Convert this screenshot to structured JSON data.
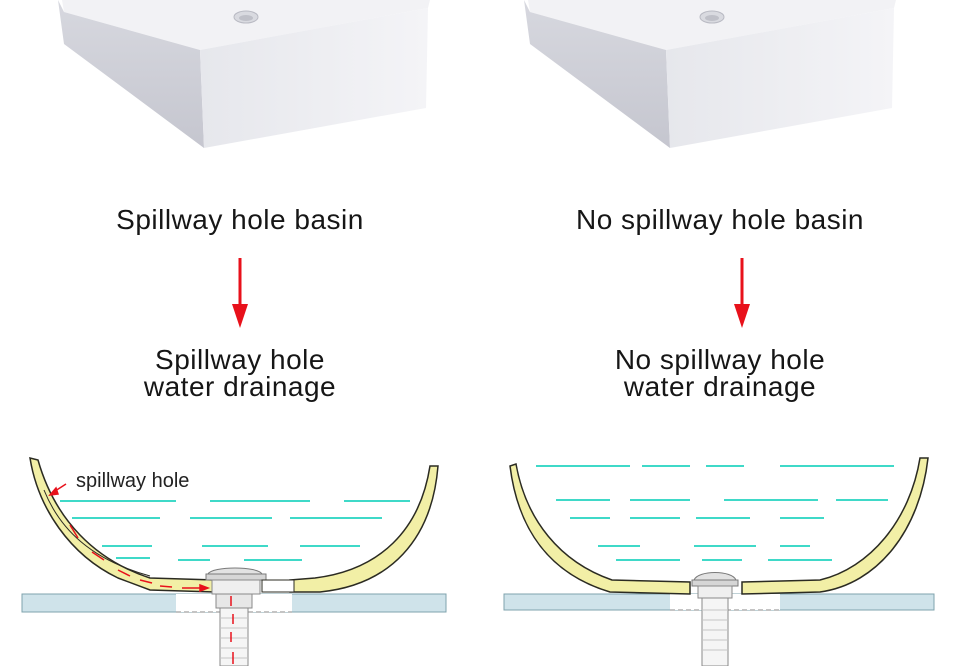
{
  "panels": [
    {
      "id": "with-spillway",
      "title": "Spillway hole basin",
      "result_line1": "Spillway hole",
      "result_line2": "water drainage",
      "annotation": "spillway hole"
    },
    {
      "id": "no-spillway",
      "title": "No spillway hole basin",
      "result_line1": "No spillway hole",
      "result_line2": "water drainage"
    }
  ],
  "colors": {
    "arrow": "#e8111b",
    "basin_fill": "#f2efa6",
    "basin_stroke": "#2b2b22",
    "water": "#3fd9c8",
    "counter": "#cfe3ea",
    "ceramic": "#e9e9ee"
  },
  "icons": [
    "down-arrow-icon",
    "basin-photo-icon",
    "basin-cross-section-icon",
    "drain-pipe-icon"
  ]
}
